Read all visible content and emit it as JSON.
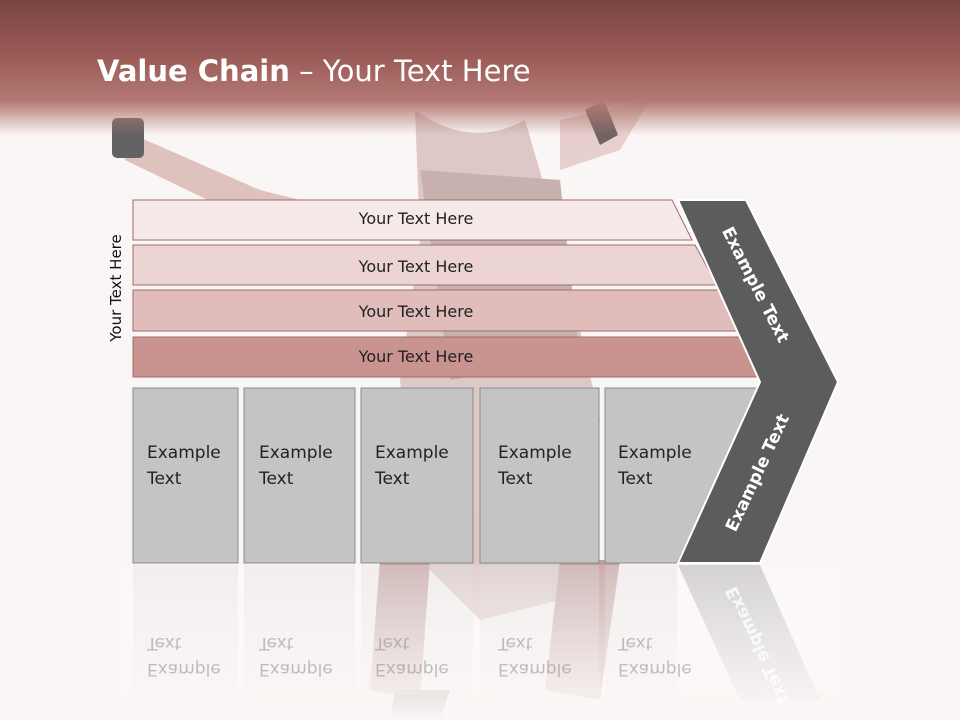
{
  "title": {
    "bold": "Value Chain",
    "rest": " – Your Text Here"
  },
  "side_label": "Your Text Here",
  "bands": [
    {
      "label": "Your Text Here"
    },
    {
      "label": "Your Text Here"
    },
    {
      "label": "Your Text Here"
    },
    {
      "label": "Your Text Here"
    }
  ],
  "boxes": [
    {
      "label": "Example\nText"
    },
    {
      "label": "Example\nText"
    },
    {
      "label": "Example\nText"
    },
    {
      "label": "Example\nText"
    },
    {
      "label": "Example\nText"
    }
  ],
  "chevron": {
    "upper": "Example Text",
    "lower": "Example Text"
  },
  "colors": {
    "header": "#9d5d59",
    "band1": "#f6e9e9",
    "band2": "#ecd4d3",
    "band3": "#e0bcbb",
    "band4": "#c9938f",
    "boxes": "#c4c4c4",
    "chevron": "#5c5c5c"
  }
}
